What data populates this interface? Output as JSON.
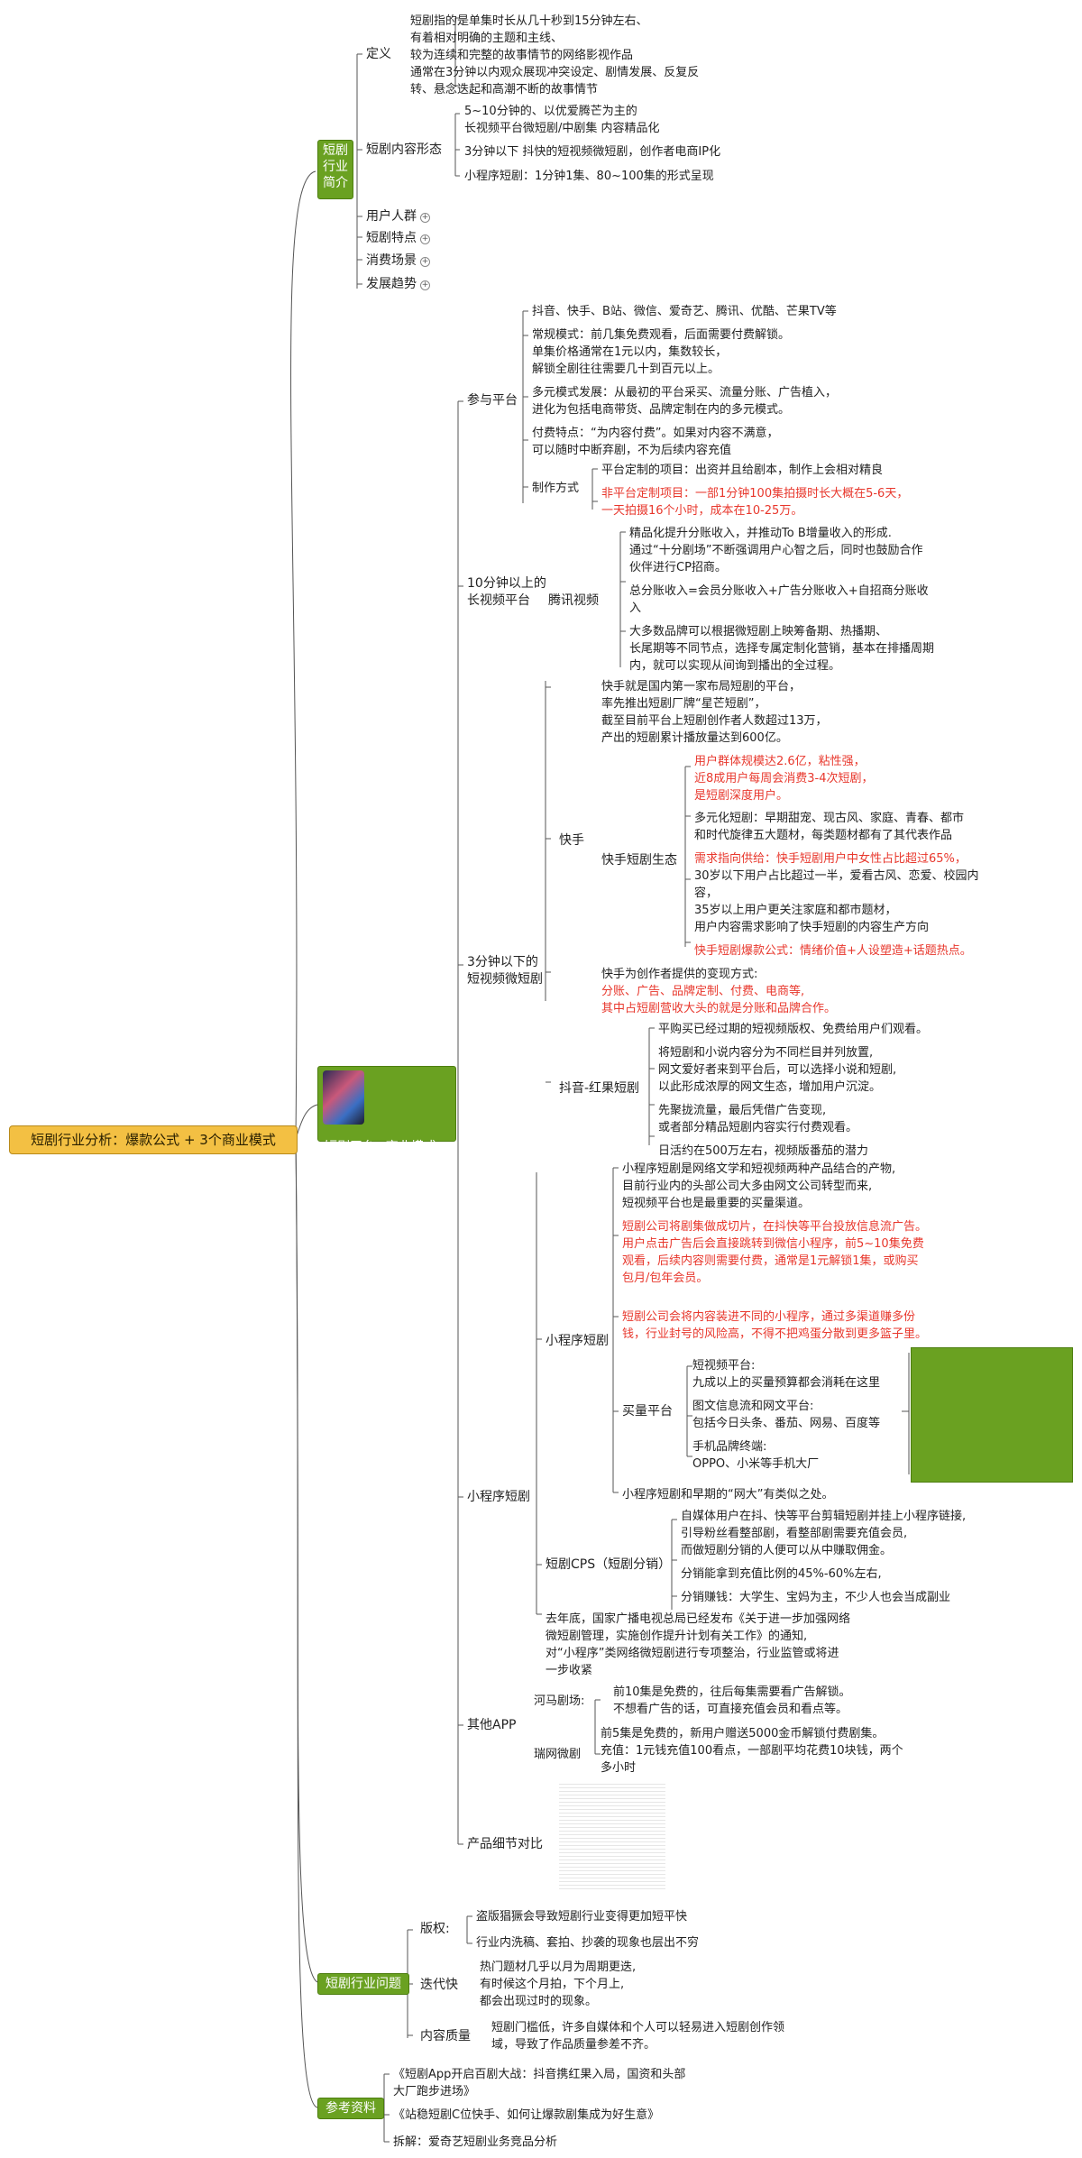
{
  "root": {
    "title": "短剧行业分析：爆款公式 + 3个商业模式"
  },
  "sections": [
    {
      "title": "短剧行业简介"
    },
    {
      "title": "短剧平台+商业模式"
    },
    {
      "title": "短剧行业问题"
    },
    {
      "title": "参考资料"
    }
  ],
  "intro": {
    "definition": {
      "label": "定义",
      "lines": [
        "短剧指的是单集时长从几十秒到15分钟左右、",
        "有着相对明确的主题和主线、",
        "较为连续和完整的故事情节的网络影视作品",
        "通常在3分钟以内观众展现冲突设定、剧情发展、反复反",
        "转、悬念迭起和高潮不断的故事情节"
      ]
    },
    "content_form": {
      "label": "短剧内容形态",
      "items": [
        "5~10分钟的、以优爱腾芒为主的",
        "长视频平台微短剧/中剧集  内容精品化",
        "3分钟以下 抖快的短视频微短剧，创作者电商IP化",
        "小程序短剧：1分钟1集、80~100集的形式呈现"
      ]
    },
    "collapsed": [
      "用户人群",
      "短剧特点",
      "消费场景",
      "发展趋势"
    ]
  },
  "platform": {
    "label": "参与平台",
    "items": [
      "抖音、快手、B站、微信、爱奇艺、腾讯、优酷、芒果TV等",
      "常规模式：前几集免费观看，后面需要付费解锁。",
      "单集价格通常在1元以内，集数较长，",
      "解锁全剧往往需要几十到百元以上。",
      "多元模式发展：从最初的平台采买、流量分账、广告植入，",
      "进化为包括电商带货、品牌定制在内的多元模式。",
      "付费特点：“为内容付费”。如果对内容不满意，",
      "可以随时中断弃剧，不为后续内容充值"
    ],
    "production": {
      "label": "制作方式",
      "items": [
        "平台定制的项目：出资并且给剧本，制作上会相对精良",
        "非平台定制项目：一部1分钟100集拍摄时长大概在5-6天，",
        "一天拍摄16个小时，成本在10-25万。"
      ]
    }
  },
  "long_video": {
    "label_1": "10分钟以上的",
    "label_2": "长视频平台",
    "tencent": {
      "label": "腾讯视频",
      "items": [
        "精品化提升分账收入，并推动To B增量收入的形成.",
        "通过“十分剧场”不断强调用户心智之后，同时也鼓励合作",
        "伙伴进行CP招商。",
        "总分账收入=会员分账收入+广告分账收入+自招商分账收",
        "入",
        "大多数品牌可以根据微短剧上映筹备期、热播期、",
        "长尾期等不同节点，选择专属定制化营销，基本在排播周期",
        "内，就可以实现从间询到播出的全过程。"
      ]
    }
  },
  "short_video": {
    "label_1": "3分钟以下的",
    "label_2": "短视频微短剧",
    "kuaishou": {
      "label": "快手",
      "intro": [
        "快手就是国内第一家布局短剧的平台，",
        "率先推出短剧厂牌“星芒短剧”，",
        "截至目前平台上短剧创作者人数超过13万，",
        "产出的短剧累计播放量达到600亿。"
      ],
      "ecology": {
        "label": "快手短剧生态",
        "items": [
          "用户群体规模达2.6亿，粘性强，",
          "近8成用户每周会消费3-4次短剧，",
          "是短剧深度用户。",
          "多元化短剧：早期甜宠、现古风、家庭、青春、都市",
          "和时代旋律五大题材，每类题材都有了其代表作品",
          "需求指向供给：快手短剧用户中女性占比超过65%，",
          "30岁以下用户占比超过一半，爱看古风、恋爱、校园内",
          "容，",
          "35岁以上用户更关注家庭和都市题材，",
          "用户内容需求影响了快手短剧的内容生产方向",
          "快手短剧爆款公式：情绪价值+人设塑造+话题热点。"
        ]
      },
      "monetize": [
        "快手为创作者提供的变现方式:",
        "分账、广告、品牌定制、付费、电商等,",
        "其中占短剧营收大头的就是分账和品牌合作。"
      ]
    },
    "douyin": {
      "label": "抖音-红果短剧",
      "items": [
        "平购买已经过期的短视频版权、免费给用户们观看。",
        "将短剧和小说内容分为不同栏目并列放置,",
        "网文爱好者来到平台后，可以选择小说和短剧,",
        "以此形成浓厚的网文生态，增加用户沉淀。",
        "先聚拢流量，最后凭借广告变现,",
        "或者部分精品短剧内容实行付费观看。",
        "日活约在500万左右，视频版番茄的潜力"
      ]
    }
  },
  "mini": {
    "label": "小程序短剧",
    "sub": {
      "label": "小程序短剧",
      "items": [
        "小程序短剧是网络文学和短视频两种产品结合的产物,",
        "目前行业内的头部公司大多由网文公司转型而来,",
        "短视频平台也是最重要的买量渠道。",
        "短剧公司将剧集做成切片，在抖快等平台投放信息流广告。",
        "用户点击广告后会直接跳转到微信小程序，前5~10集免费",
        "观看，后续内容则需要付费，通常是1元解锁1集，或购买",
        "包月/包年会员。",
        "短剧公司会将内容装进不同的小程序，通过多渠道赚多份",
        "钱，行业封号的风险高，不得不把鸡蛋分散到更多篮子里。",
        "小程序短剧和早期的“网大”有类似之处。"
      ]
    },
    "traffic": {
      "label": "买量平台",
      "items": [
        "短视频平台:",
        "九成以上的买量预算都会消耗在这里",
        "图文信息流和网文平台:",
        "包括今日头条、番茄、网易、百度等",
        "手机品牌终端:",
        "OPPO、小米等手机大厂"
      ]
    },
    "cps": {
      "label": "短剧CPS（短剧分销）",
      "items": [
        "自媒体用户在抖、快等平台剪辑短剧并挂上小程序链接,",
        "引导粉丝看整部剧，看整部剧需要充值会员,",
        "而做短剧分销的人便可以从中赚取佣金。",
        "分销能拿到充值比例的45%-60%左右,",
        "分销赚钱：大学生、宝妈为主，不少人也会当成副业"
      ]
    },
    "regulation": [
      "去年底，国家广播电视总局已经发布《关于进一步加强网络",
      "微短剧管理，实施创作提升计划有关工作》的通知,",
      "对“小程序”类网络微短剧进行专项整治，行业监管或将进",
      "一步收紧"
    ]
  },
  "other": {
    "label": "其他APP",
    "hema": {
      "label": "河马剧场:",
      "items": [
        "前10集是免费的，往后每集需要看广告解锁。",
        "不想看广告的话，可直接充值会员和看点等。"
      ]
    },
    "ruiwang": {
      "label": "瑞网微剧",
      "items": [
        "前5集是免费的，新用户赠送5000金币解锁付费剧集。",
        "充值：1元钱充值100看点，一部剧平均花费10块钱，两个",
        "多小时"
      ]
    }
  },
  "compare": {
    "label": "产品细节对比"
  },
  "problems": {
    "copyright": {
      "label": "版权:",
      "items": [
        "盗版猖獗会导致短剧行业变得更加短平快",
        "行业内洗稿、套拍、抄袭的现象也层出不穷"
      ]
    },
    "iteration": {
      "label": "迭代快",
      "items": [
        "热门题材几乎以月为周期更迭,",
        "有时候这个月拍，下个月上,",
        "都会出现过时的现象。"
      ]
    },
    "quality": {
      "label": "内容质量",
      "items": [
        "短剧门槛低，许多自媒体和个人可以轻易进入短剧创作领",
        "域，导致了作品质量参差不齐。"
      ]
    }
  },
  "references": [
    "《短剧App开启百剧大战：抖音携红果入局，国资和头部",
    "大厂跑步进场》",
    "《站稳短剧C位快手、如何让爆款剧集成为好生意》",
    "拆解：爱奇艺短剧业务竞品分析"
  ]
}
